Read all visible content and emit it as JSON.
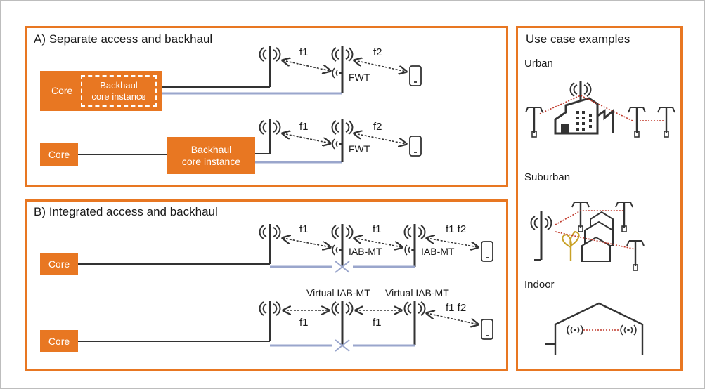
{
  "section_a": {
    "title": "A)  Separate access and backhaul",
    "core_label": "Core",
    "backhaul_label": "Backhaul\ncore instance",
    "f1": "f1",
    "f2": "f2",
    "fwt": "FWT"
  },
  "section_b": {
    "title": "B)  Integrated access and backhaul",
    "core_label": "Core",
    "f1": "f1",
    "f1f2": "f1 f2",
    "iab_mt": "IAB-MT",
    "virtual_iab_mt": "Virtual IAB-MT"
  },
  "use_cases": {
    "title": "Use case examples",
    "urban": "Urban",
    "suburban": "Suburban",
    "indoor": "Indoor"
  },
  "colors": {
    "accent": "#e87722",
    "backhaul_line": "#9aa6cc",
    "link_dotted": "#c0392b"
  }
}
